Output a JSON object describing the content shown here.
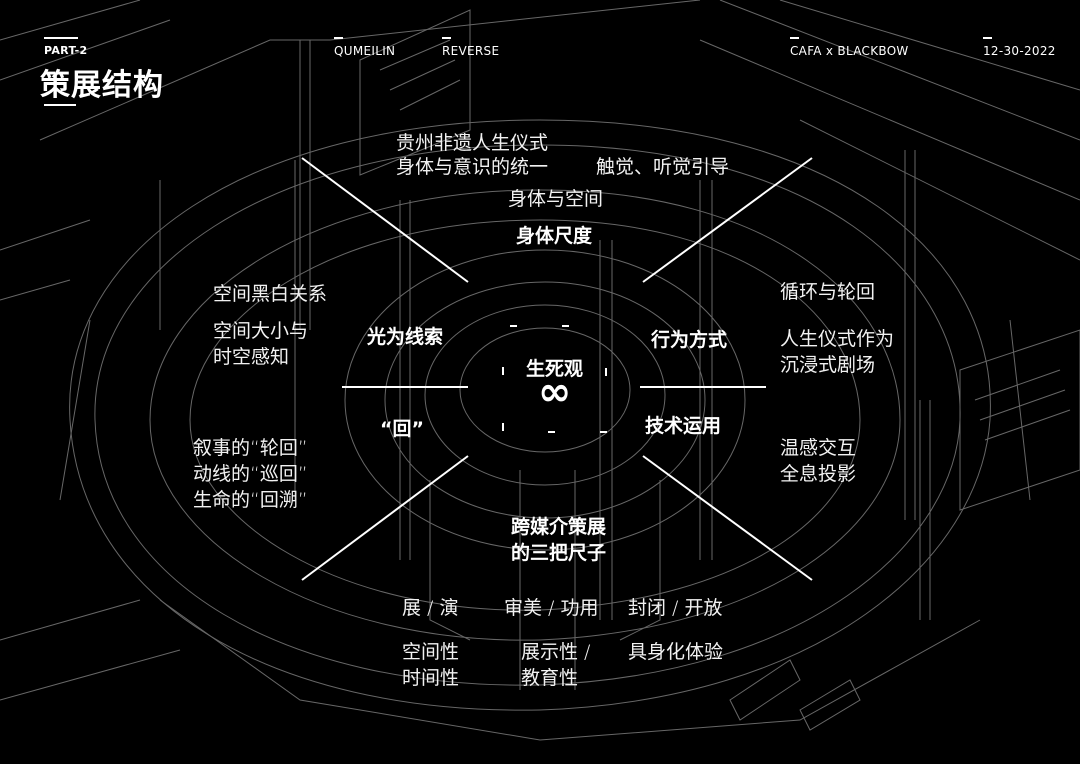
{
  "header": {
    "part": "PART-2",
    "title": "策展结构",
    "left_tag": "QUMEILIN",
    "mid_tag": "REVERSE",
    "right_tag": "CAFA x BLACKBOW",
    "date": "12-30-2022"
  },
  "center": {
    "core": "生死观",
    "symbol": "∞",
    "top": "身体尺度",
    "left": "光为线索",
    "right": "行为方式",
    "lower_left": "“回”",
    "lower_right": "技术运用",
    "bottom_line1": "跨媒介策展",
    "bottom_line2": "的三把尺子"
  },
  "notes": {
    "top_a1": "贵州非遗人生仪式",
    "top_a2": "身体与意识的统一",
    "top_b": "触觉、听觉引导",
    "top_c": "身体与空间",
    "left_a": "空间黑白关系",
    "left_b1": "空间大小与",
    "left_b2": "时空感知",
    "left_c1": "叙事的“轮回”",
    "left_c2": "动线的“巡回”",
    "left_c3": "生命的“回溯”",
    "right_a": "循环与轮回",
    "right_b1": "人生仪式作为",
    "right_b2": "沉浸式剧场",
    "right_c1": "温感交互",
    "right_c2": "全息投影",
    "bottom_a": "展 / 演",
    "bottom_b": "审美 / 功用",
    "bottom_c": "封闭 / 开放",
    "bottom_d1": "空间性",
    "bottom_d2": "时间性",
    "bottom_e1": "展示性 /",
    "bottom_e2": "教育性",
    "bottom_f": "具身化体验"
  },
  "colors": {
    "background": "#000000",
    "lines": "#ffffff",
    "wireframe": "#8a8a8a"
  }
}
